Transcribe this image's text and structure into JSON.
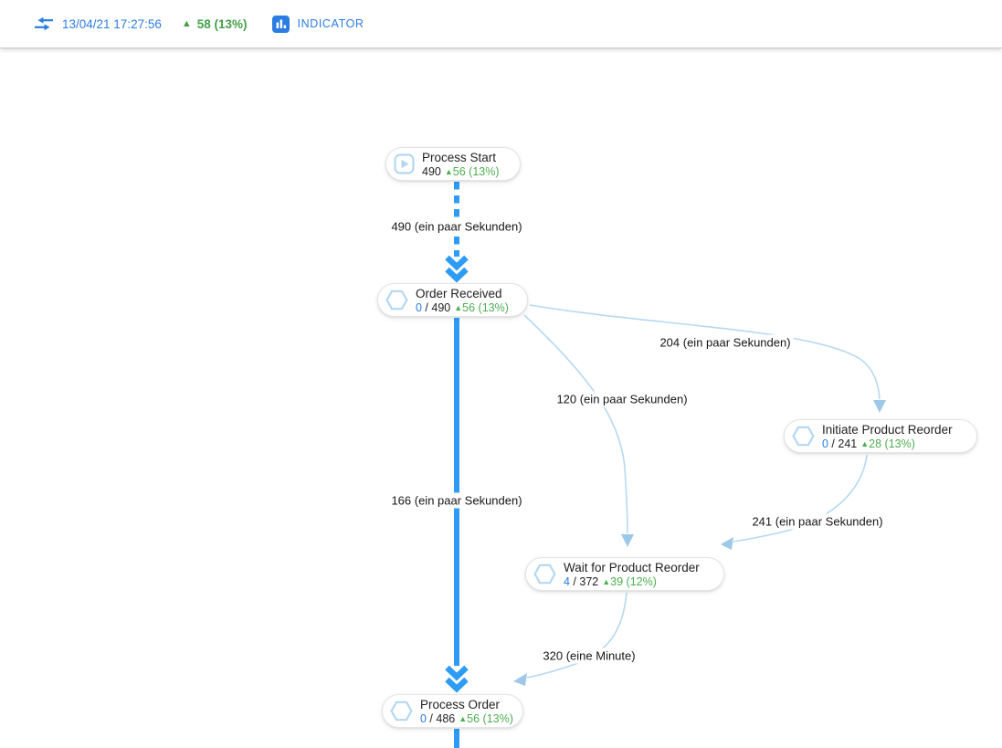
{
  "toolbar": {
    "timestamp": "13/04/21 17:27:56",
    "trend_value": "58 (13%)",
    "indicator_label": "INDICATOR"
  },
  "icons": {
    "trend_up": "▲"
  },
  "colors": {
    "toolbar_blue": "#2b7de2",
    "flow_blue": "#2e9cf4",
    "light_edge_blue": "#b7d8f1",
    "arrow_fill_blue": "#9dc8e8",
    "green": "#43a047",
    "delta_green": "#4caf50"
  },
  "diagram": {
    "nodes": [
      {
        "label": "Process Start",
        "total": "490",
        "delta": "56 (13%)"
      },
      {
        "label": "Order Received",
        "active": "0",
        "sep": " / ",
        "total": "490",
        "delta": "56 (13%)"
      },
      {
        "label": "Initiate Product Reorder",
        "active": "0",
        "sep": " / ",
        "total": "241",
        "delta": "28 (13%)"
      },
      {
        "label": "Wait for Product Reorder",
        "active": "4",
        "sep": " / ",
        "total": "372",
        "delta": "39 (12%)"
      },
      {
        "label": "Process Order",
        "active": "0",
        "sep": " / ",
        "total": "486",
        "delta": "56 (13%)"
      }
    ],
    "edges": [
      {
        "label": "490 (ein paar Sekunden)"
      },
      {
        "label": "204 (ein paar Sekunden)"
      },
      {
        "label": "120 (ein paar Sekunden)"
      },
      {
        "label": "166 (ein paar Sekunden)"
      },
      {
        "label": "241 (ein paar Sekunden)"
      },
      {
        "label": "320 (eine Minute)"
      }
    ]
  }
}
